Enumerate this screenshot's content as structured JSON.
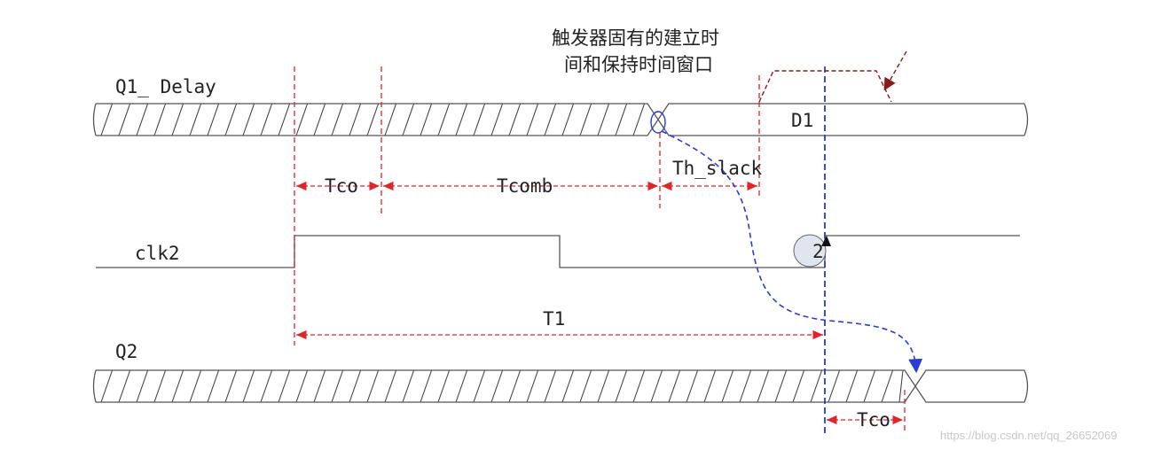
{
  "signals": {
    "q1_delay": "Q1_ Delay",
    "clk2": "clk2",
    "q2": "Q2",
    "d1": "D1"
  },
  "timing": {
    "tco_top": "Tco",
    "tcomb": "Tcomb",
    "th_slack": "Th_slack",
    "t1": "T1",
    "tco_bottom": "Tco"
  },
  "annotation": {
    "line1": "触发器固有的建立时",
    "line2": "间和保持时间窗口"
  },
  "clock_marker": "2",
  "watermark": "https://blog.csdn.net/qq_26652069",
  "colors": {
    "red_dash": "#e0242a",
    "blue_dash": "#2a3bd6",
    "dark_red": "#8b1a1a",
    "marker_fill": "#dfe6f0"
  }
}
